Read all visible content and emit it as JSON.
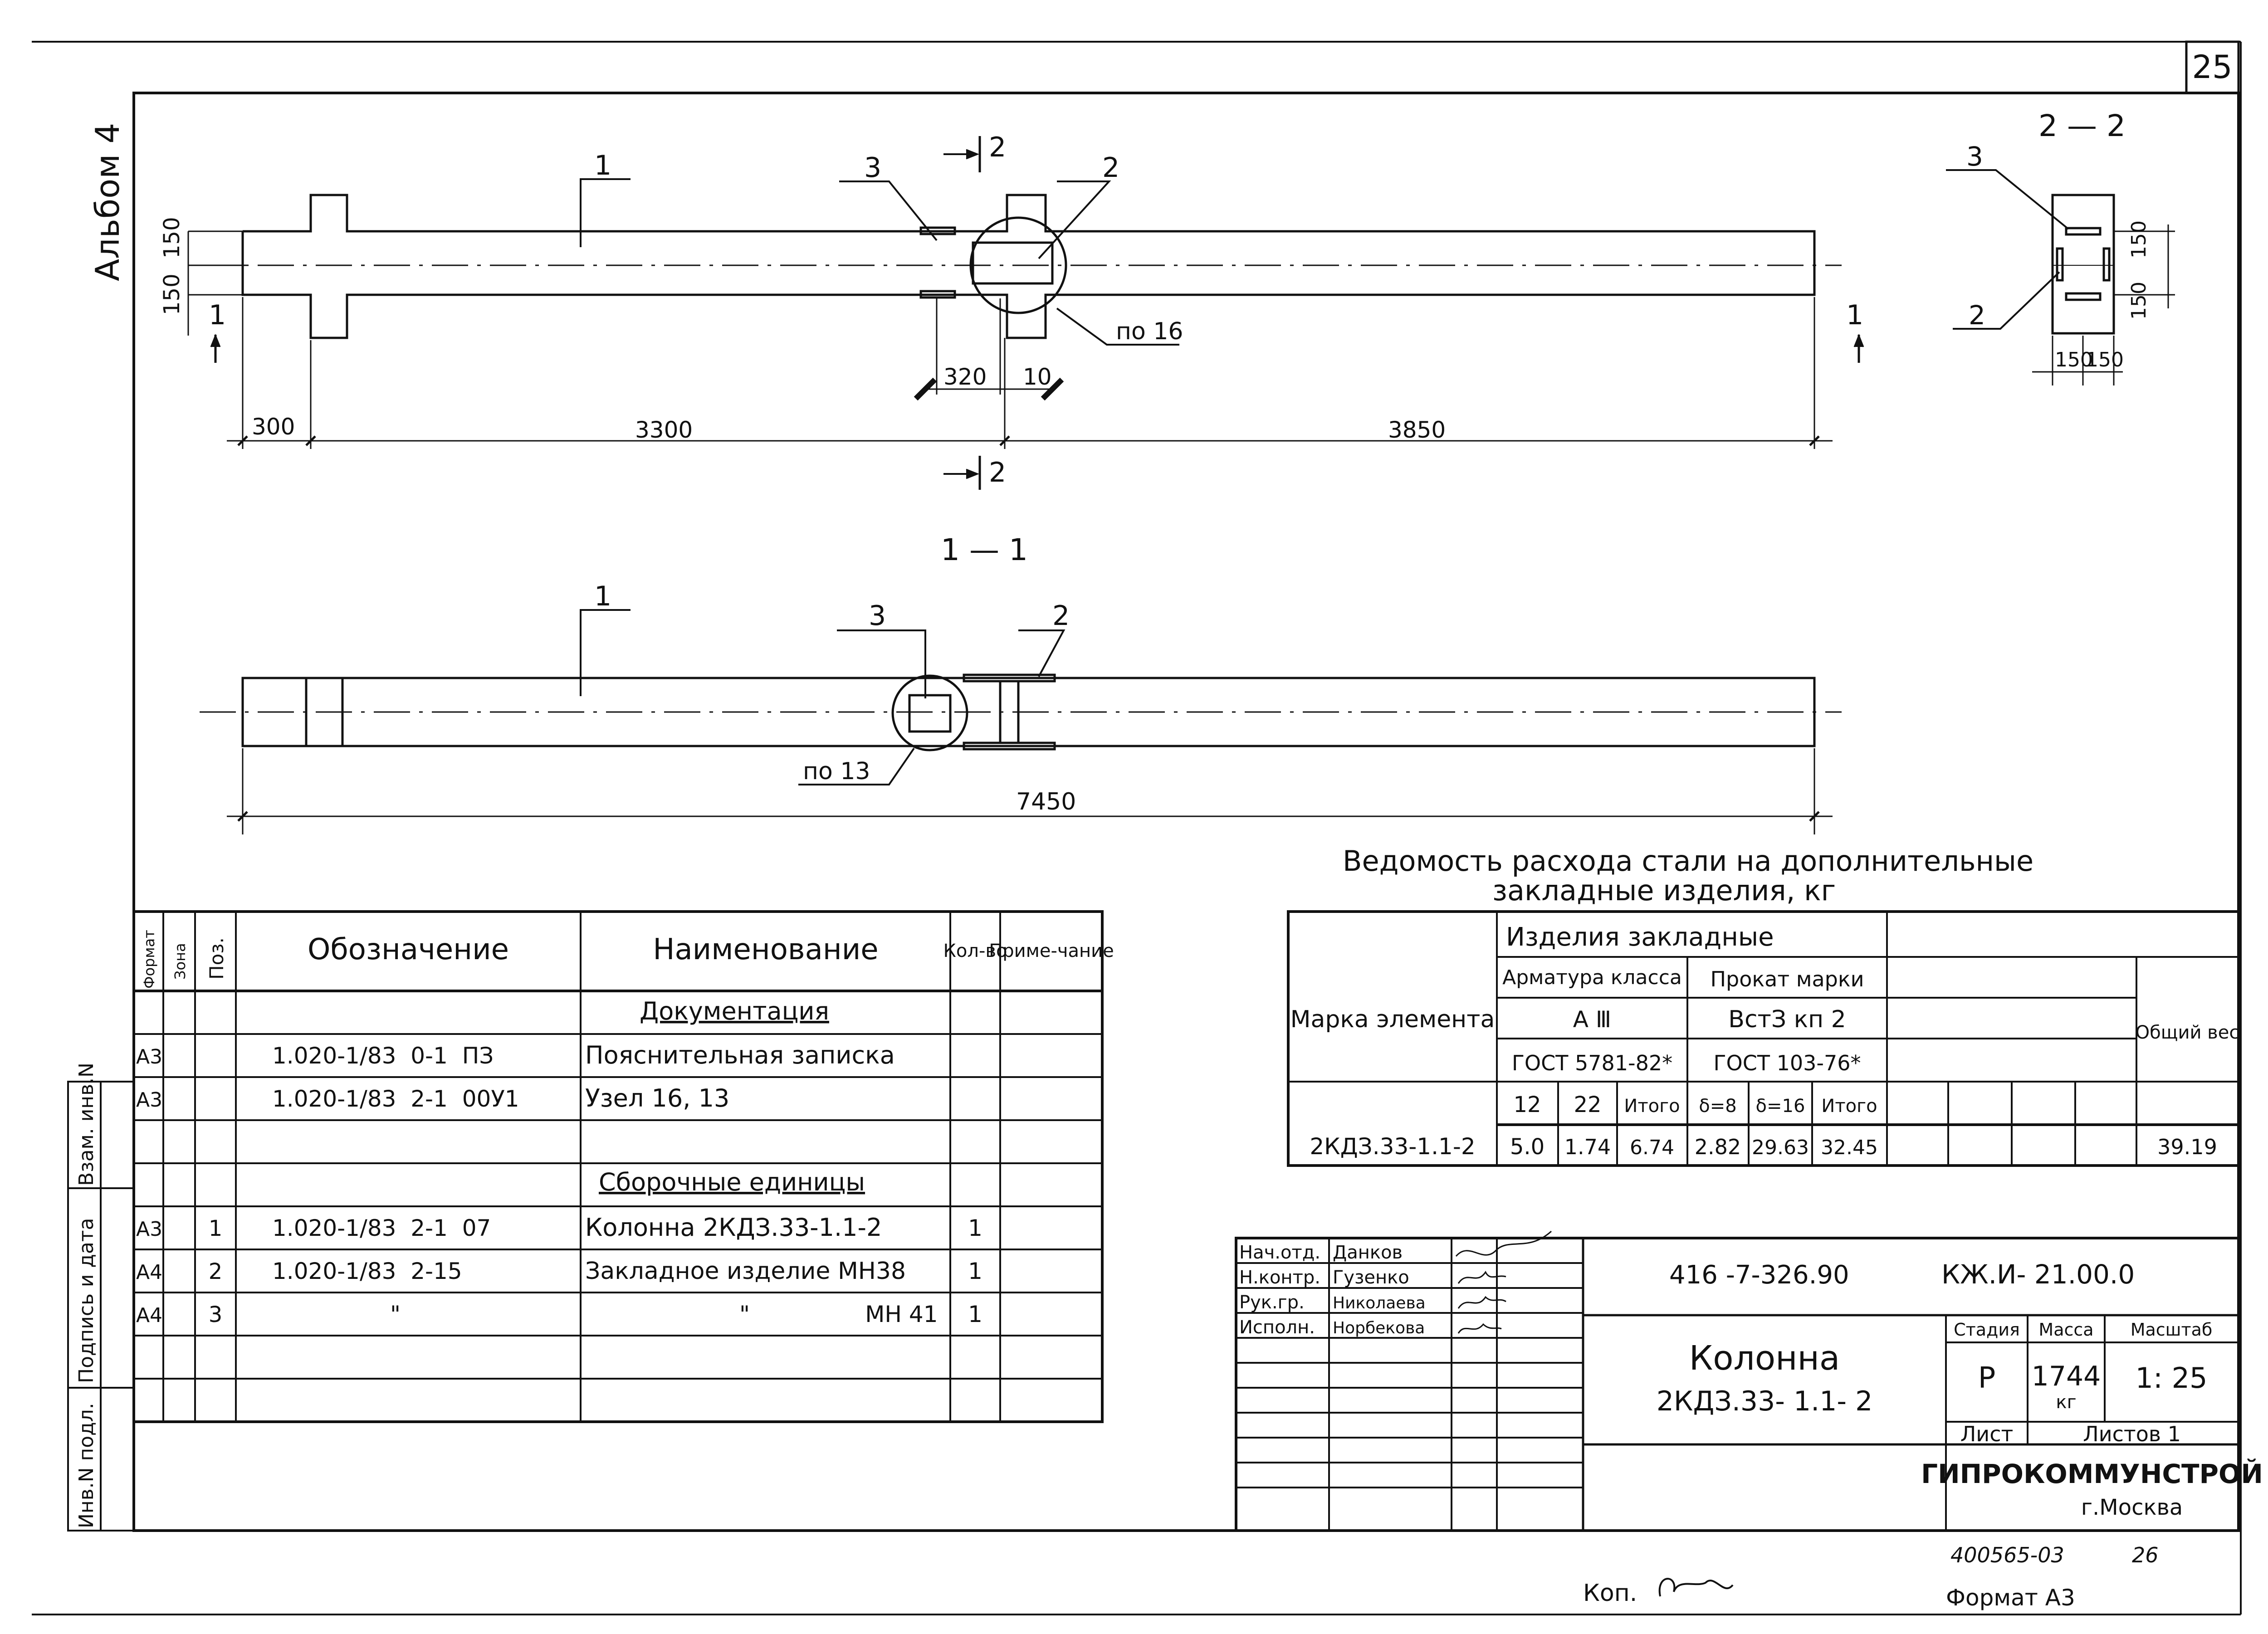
{
  "sheet": {
    "number": "25",
    "album": "Альбом 4"
  },
  "plan_view": {
    "dims": [
      "300",
      "3300",
      "3850",
      "320",
      "10"
    ],
    "dim_left_vertical": [
      "150",
      "150"
    ],
    "callouts": [
      "1",
      "2",
      "3"
    ],
    "section_marks": [
      "1",
      "1",
      "2",
      "2"
    ],
    "node_ref": "по 16"
  },
  "section_2_2": {
    "title": "2 — 2",
    "callouts": [
      "3",
      "2"
    ],
    "dims_vertical": [
      "150",
      "150"
    ],
    "dims_horizontal": [
      "150",
      "150"
    ]
  },
  "section_1_1": {
    "title": "1 — 1",
    "callouts": [
      "1",
      "3",
      "2"
    ],
    "node_ref": "по 13",
    "total_dim": "7450"
  },
  "steel_statement": {
    "title_line1": "Ведомость расхода стали на дополнительные",
    "title_line2": "закладные изделия, кг",
    "header_marka": "Марка элемента",
    "header_products": "Изделия закладные",
    "header_armatura": "Арматура класса",
    "header_armatura_class": "А Ⅲ",
    "header_armatura_gost": "ГОСТ 5781-82*",
    "header_prokat": "Прокат марки",
    "header_prokat_grade": "ВстЗ кп 2",
    "header_prokat_gost": "ГОСТ 103-76*",
    "header_total": "Общий вес",
    "subcols": [
      "12",
      "22",
      "Итого",
      "δ=8",
      "δ=16",
      "Итого"
    ],
    "row": {
      "mark": "2КДЗ.33-1.1-2",
      "values": [
        "5.0",
        "1.74",
        "6.74",
        "2.82",
        "29.63",
        "32.45"
      ],
      "total": "39.19"
    }
  },
  "spec_table": {
    "headers": [
      "Формат",
      "Зона",
      "Поз.",
      "Обозначение",
      "Наименование",
      "Кол-во",
      "Приме-чание"
    ],
    "rows": [
      {
        "format": "",
        "zone": "",
        "pos": "",
        "designation": "",
        "name": "Документация",
        "qty": "",
        "note": ""
      },
      {
        "format": "А3",
        "zone": "",
        "pos": "",
        "designation": "1.020-1/83  0-1  ПЗ",
        "name": "Пояснительная записка",
        "qty": "",
        "note": ""
      },
      {
        "format": "А3",
        "zone": "",
        "pos": "",
        "designation": "1.020-1/83  2-1  00У1",
        "name": "Узел 16, 13",
        "qty": "",
        "note": ""
      },
      {
        "format": "",
        "zone": "",
        "pos": "",
        "designation": "",
        "name": "",
        "qty": "",
        "note": ""
      },
      {
        "format": "",
        "zone": "",
        "pos": "",
        "designation": "",
        "name": "Сборочные единицы",
        "qty": "",
        "note": ""
      },
      {
        "format": "А3",
        "zone": "",
        "pos": "1",
        "designation": "1.020-1/83  2-1  07",
        "name": "Колонна 2КДЗ.33-1.1-2",
        "qty": "1",
        "note": ""
      },
      {
        "format": "А4",
        "zone": "",
        "pos": "2",
        "designation": "1.020-1/83  2-15",
        "name": "Закладное изделие МН38",
        "qty": "1",
        "note": ""
      },
      {
        "format": "А4",
        "zone": "",
        "pos": "3",
        "designation": "\"",
        "name": "\"                МН 41",
        "qty": "1",
        "note": ""
      }
    ]
  },
  "left_stamp": [
    "Инв.N подл.",
    "Подпись и дата",
    "Взам. инв.N"
  ],
  "title_block": {
    "code": "416 -7-326.90",
    "doc": "КЖ.И- 21.00.0",
    "people": [
      {
        "role": "Нач.отд.",
        "name": "Данков"
      },
      {
        "role": "Н.контр.",
        "name": "Гузенко"
      },
      {
        "role": "Рук.гр.",
        "name": "Николаева"
      },
      {
        "role": "Исполн.",
        "name": "Норбекова"
      }
    ],
    "name_line1": "Колонна",
    "name_line2": "2КДЗ.33- 1.1- 2",
    "stage_label": "Стадия",
    "mass_label": "Масса",
    "scale_label": "Масштаб",
    "stage": "Р",
    "mass": "1744",
    "mass_unit": "кг",
    "scale": "1: 25",
    "sheet_label": "Лист",
    "sheets_label": "Листов 1",
    "org": "ГИПРОКОММУНСТРОЙ",
    "city": "г.Москва"
  },
  "bottom": {
    "archive_no": "400565-03",
    "page": "26",
    "kop": "Коп.",
    "format": "Формат А3"
  }
}
